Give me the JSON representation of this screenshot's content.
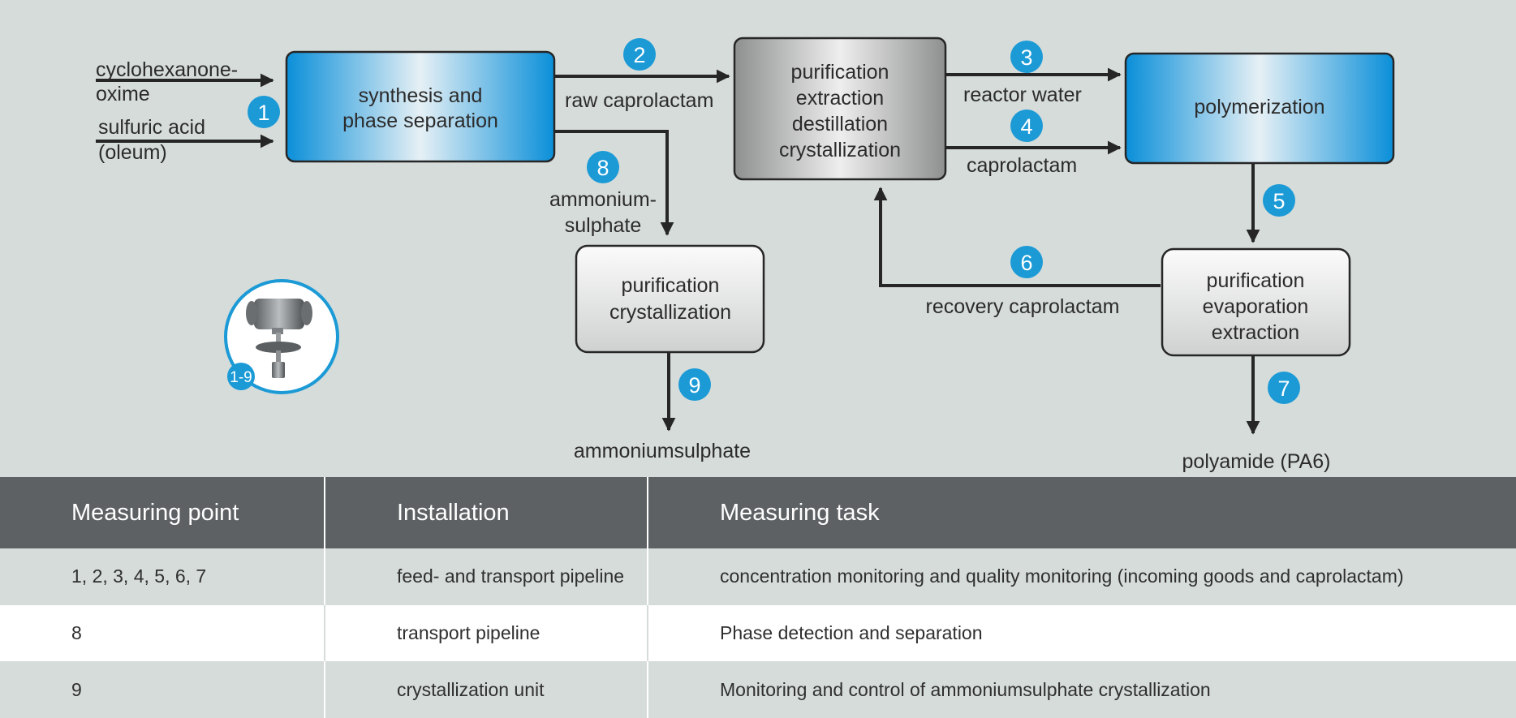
{
  "diagram": {
    "inputs": {
      "cyclohexanone_line1": "cyclohexanone-",
      "cyclohexanone_line2": "oxime",
      "sulfuric_line1": "sulfuric acid",
      "sulfuric_line2": "(oleum)"
    },
    "boxes": {
      "synthesis": [
        "synthesis and",
        "phase separation"
      ],
      "purification_main": [
        "purification",
        "extraction",
        "destillation",
        "crystallization"
      ],
      "polymerization": [
        "polymerization"
      ],
      "purification_crystallization": [
        "purification",
        "crystallization"
      ],
      "purification_evaporation": [
        "purification",
        "evaporation",
        "extraction"
      ]
    },
    "flow_labels": {
      "raw_caprolactam": "raw caprolactam",
      "reactor_water": "reactor water",
      "caprolactam": "caprolactam",
      "ammonium_line1": "ammonium-",
      "ammonium_line2": "sulphate",
      "recovery_caprolactam": "recovery caprolactam",
      "ammoniumsulphate": "ammoniumsulphate",
      "polyamide": "polyamide (PA6)"
    },
    "badges": [
      "1",
      "2",
      "3",
      "4",
      "5",
      "6",
      "7",
      "8",
      "9"
    ],
    "device_badge": "1-9",
    "colors": {
      "badge_blue": "#1b9ad6",
      "process_blue": "#0a8fd9",
      "gray_box": "#9a9c9c",
      "arrow": "#262626"
    },
    "icons": {
      "device": "level-sensor-icon"
    }
  },
  "table": {
    "headers": [
      "Measuring point",
      "Installation",
      "Measuring task"
    ],
    "rows": [
      [
        "1, 2, 3, 4, 5, 6, 7",
        "feed- and transport pipeline",
        "concentration monitoring and quality monitoring (incoming goods and caprolactam)"
      ],
      [
        "8",
        "transport pipeline",
        "Phase detection and separation"
      ],
      [
        "9",
        "crystallization unit",
        "Monitoring and control of ammoniumsulphate crystallization"
      ]
    ]
  }
}
